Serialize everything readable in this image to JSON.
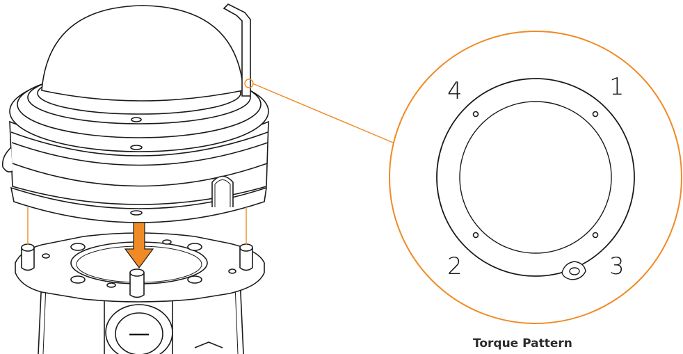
{
  "diagram": {
    "caption": "Torque Pattern",
    "bolt_labels": {
      "top_left": "4",
      "top_right": "1",
      "bottom_left": "2",
      "bottom_right": "3"
    },
    "colors": {
      "accent": "#f08a24",
      "line": "#1a1a1a",
      "background": "#ffffff"
    }
  }
}
